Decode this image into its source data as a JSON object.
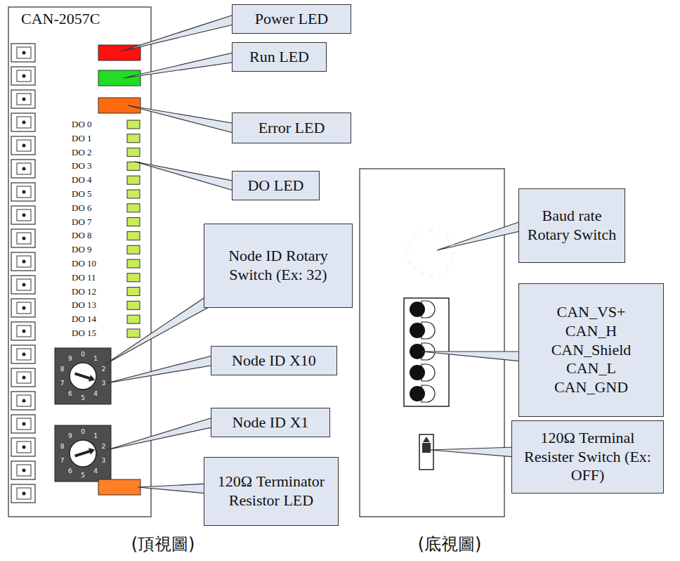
{
  "diagram": {
    "nodes": [
      {
        "text": [
          "Power LED"
        ]
      },
      {
        "text": [
          "Run LED"
        ]
      },
      {
        "text": [
          "Error LED"
        ]
      },
      {
        "text": [
          "DO LED"
        ]
      },
      {
        "text": [
          "Node ID Rotary Switch (Ex: 32)"
        ]
      },
      {
        "text": [
          "Node ID X10"
        ]
      },
      {
        "text": [
          "Node ID X1"
        ]
      },
      {
        "text": [
          "120Ω Terminator Resistor LED"
        ]
      },
      {
        "text": [
          "Baud rate Rotary Switch"
        ]
      },
      {
        "text": [
          "CAN_VS+",
          "CAN_H",
          "CAN_Shield",
          "CAN_L",
          "CAN_GND"
        ]
      },
      {
        "text": [
          "120Ω Terminal Resister Switch (Ex: OFF)"
        ]
      }
    ],
    "labels": [
      "CAN-2057C",
      "DO 0",
      "DO 1",
      "DO 2",
      "DO 3",
      "DO 4",
      "DO 5",
      "DO 6",
      "DO 7",
      "DO 8",
      "DO 9",
      "DO 10",
      "DO 11",
      "DO 12",
      "DO 13",
      "DO 14",
      "DO 15",
      "0",
      "1",
      "2",
      "3",
      "4",
      "5",
      "6",
      "7",
      "8",
      "9",
      "0",
      "1",
      "2",
      "3",
      "4",
      "5",
      "6",
      "7",
      "8",
      "9",
      "0",
      "1",
      "2",
      "3",
      "4",
      "5",
      "6",
      "7",
      "8",
      "9",
      "A",
      "B",
      "C",
      "D",
      "E",
      "F",
      "(頂視圖)",
      "(底視圖)"
    ]
  }
}
